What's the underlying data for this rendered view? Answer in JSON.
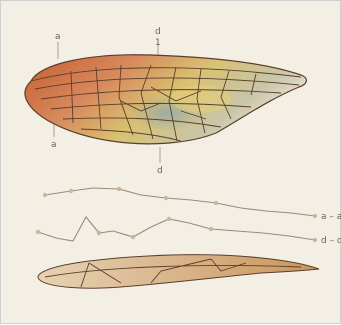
{
  "labels": {
    "top_a": "a",
    "bottom_a": "a",
    "top_d": "d",
    "top_d_mark": "1",
    "bottom_d": "d",
    "section_aa": "a – a",
    "section_dd": "d – d"
  },
  "colors": {
    "background": "#f4efe4",
    "wing_orange": "#d7895d",
    "wing_yellow": "#d9c170",
    "wing_blue": "#8fa6b0",
    "vein": "#5a3e2c",
    "section_line": "#9b8a78",
    "section_dot": "#c9b69d",
    "lower_fill": "#d9b489"
  }
}
